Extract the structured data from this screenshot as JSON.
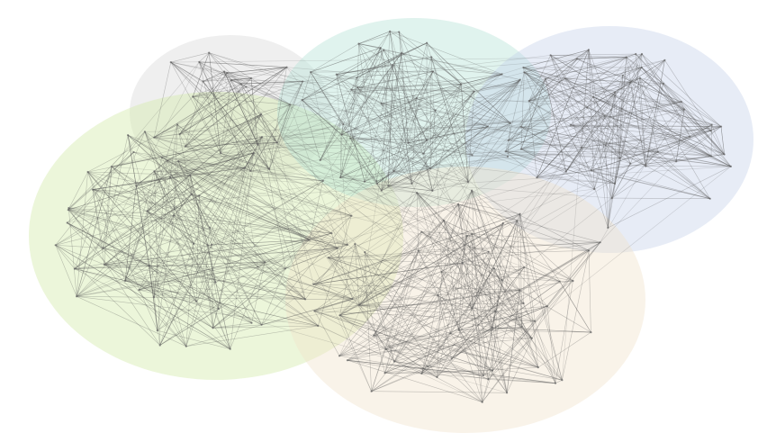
{
  "diagram": {
    "type": "clustered-network-graph",
    "edge_color": "#555555",
    "node_color": "#666666",
    "clusters": [
      {
        "name": "gray",
        "color": "#d9d9d9",
        "nodes": 22
      },
      {
        "name": "green",
        "color": "#d5ecae",
        "nodes": 60
      },
      {
        "name": "teal",
        "color": "#b5e2d6",
        "nodes": 45
      },
      {
        "name": "blue",
        "color": "#c3cfe8",
        "nodes": 50
      },
      {
        "name": "peach",
        "color": "#f1e2cb",
        "nodes": 60
      }
    ]
  }
}
